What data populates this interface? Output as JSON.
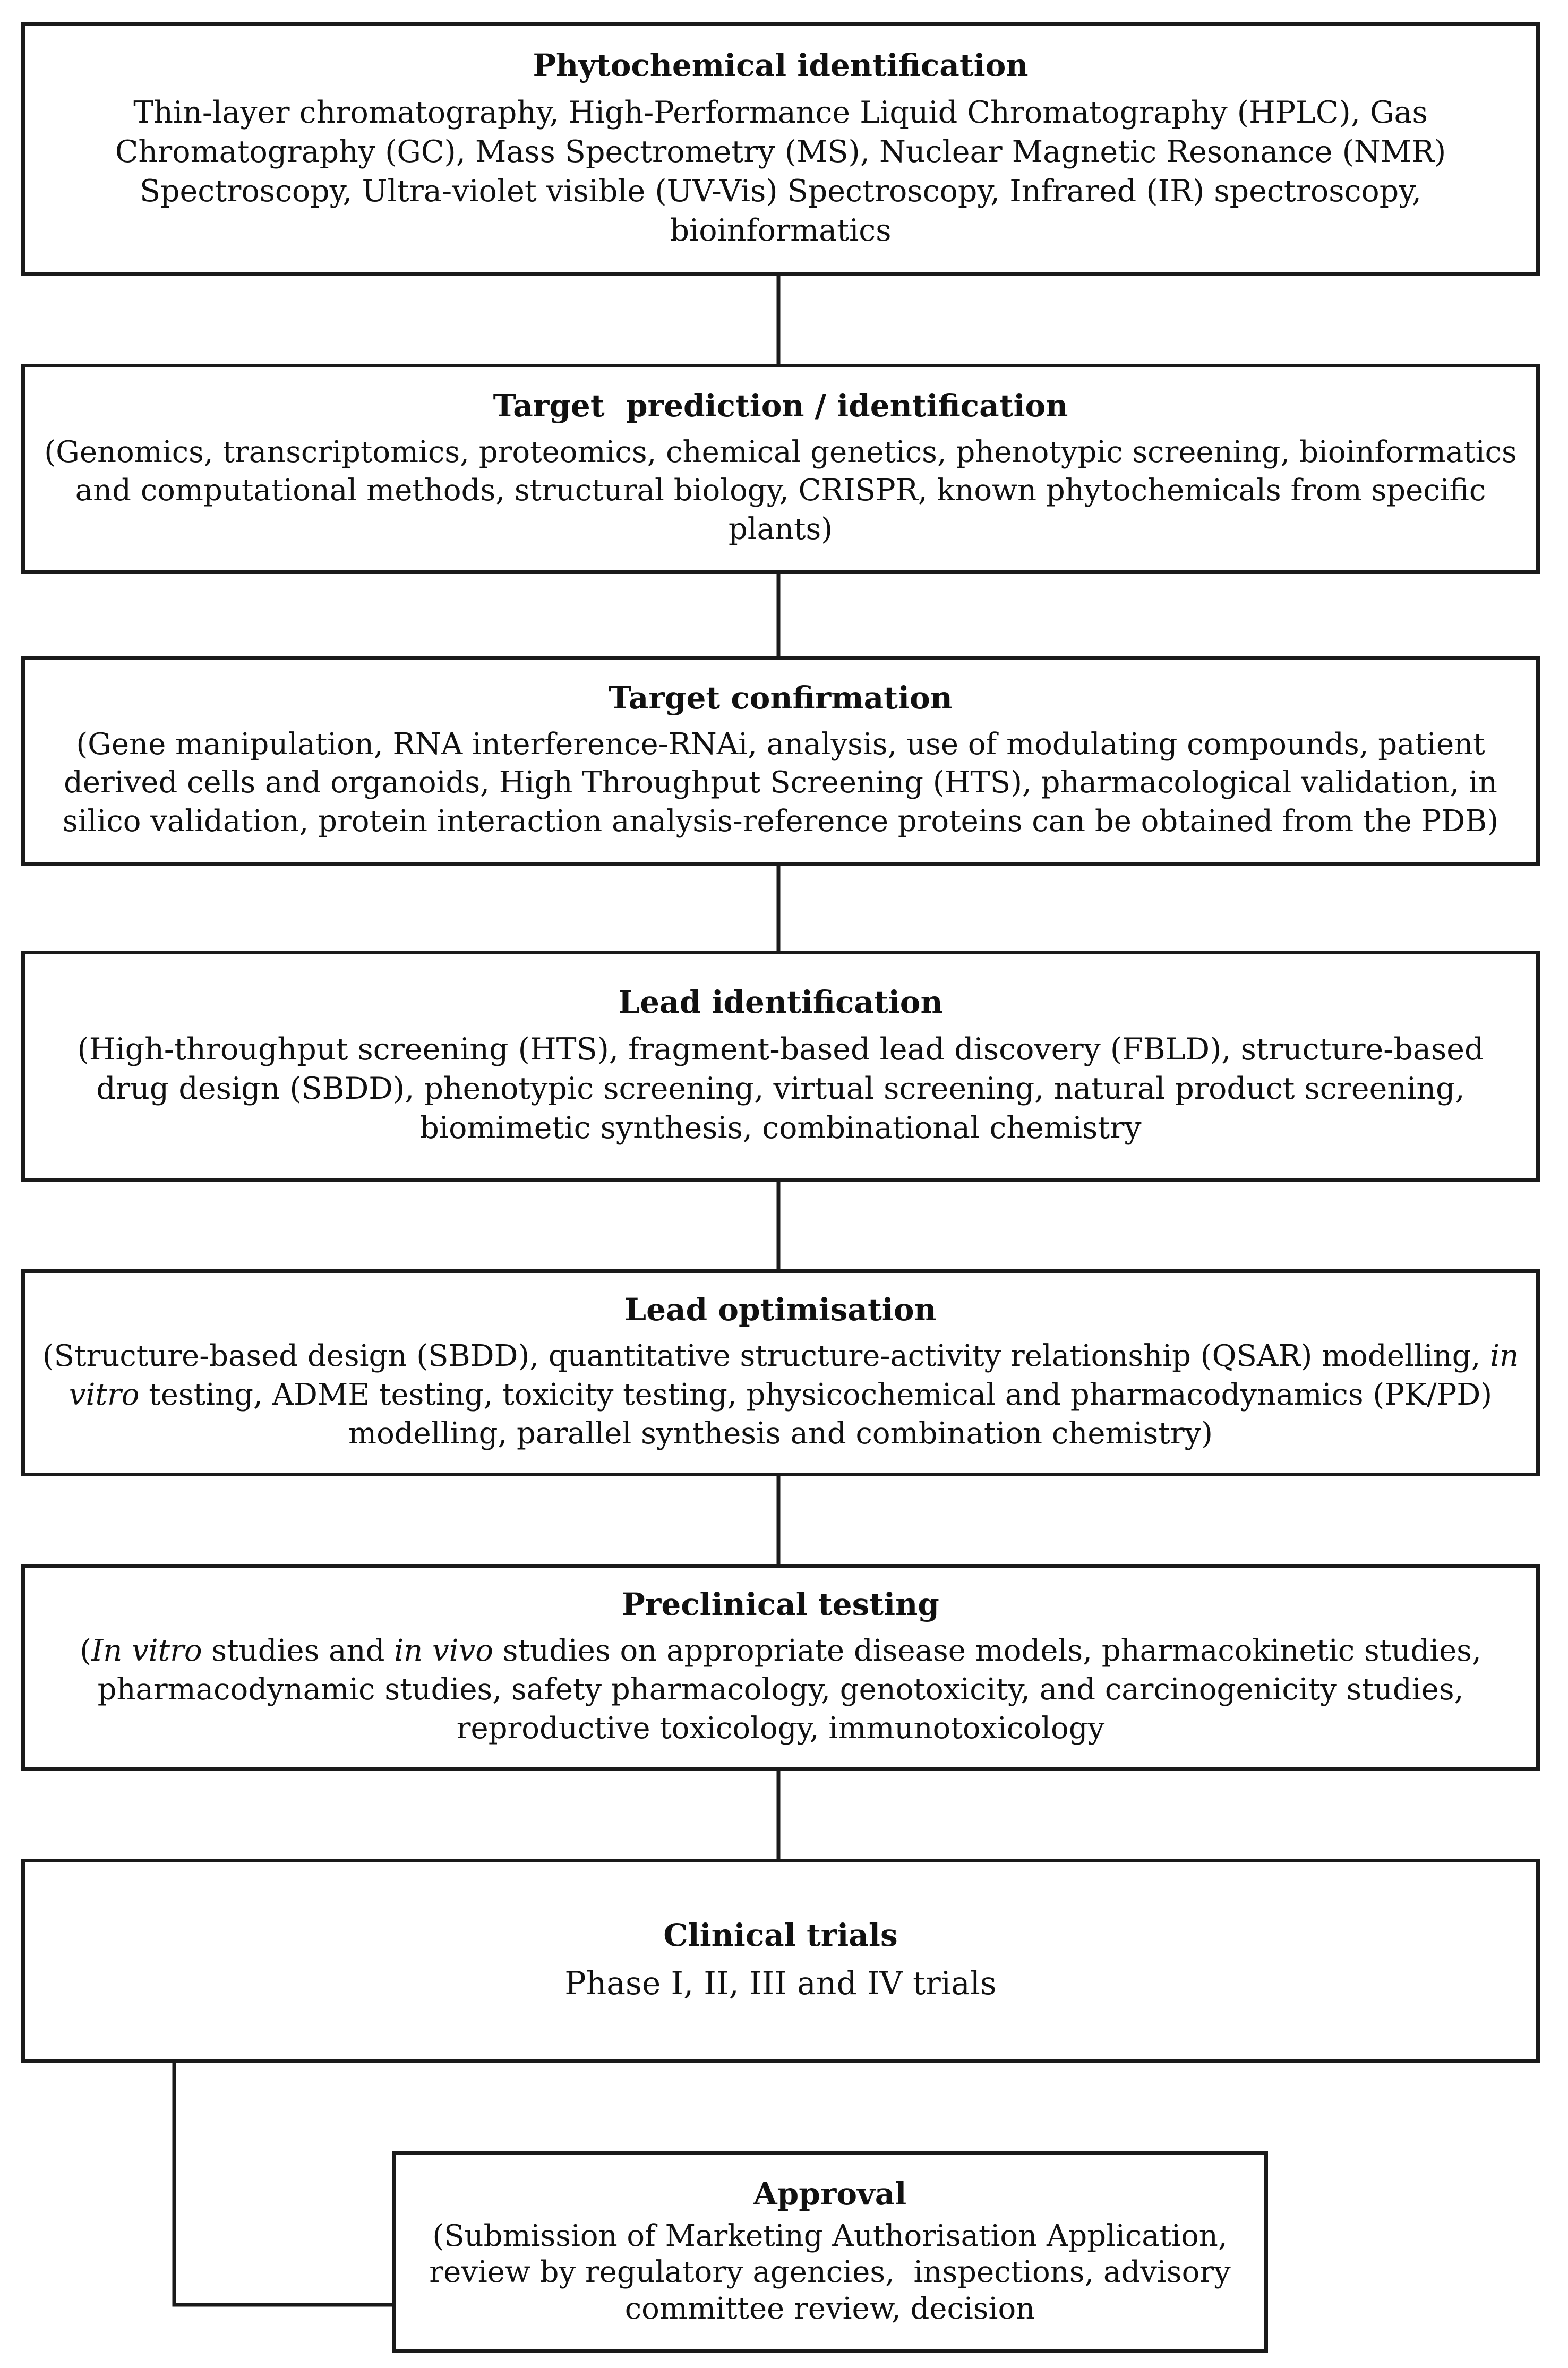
{
  "steps": [
    {
      "title": "Phytochemical identification",
      "description": "Thin-layer chromatography, High-Performance Liquid Chromatography (HPLC), Gas Chromatography (GC), Mass Spectrometry (MS), Nuclear Magnetic Resonance (NMR) Spectroscopy, Ultra-violet visible (UV-Vis) Spectroscopy, Infrared (IR) spectroscopy, bioinformatics"
    },
    {
      "title": "Target  prediction / identification",
      "description": "(Genomics, transcriptomics, proteomics, chemical genetics, phenotypic screening, bioinformatics and computational methods, structural biology, CRISPR, known phytochemicals from specific plants)"
    },
    {
      "title": "Target confirmation",
      "description": "(Gene manipulation, RNA interference-RNAi, analysis, use of modulating compounds, patient derived cells and organoids, High Throughput Screening (HTS), pharmacological validation, in silico validation, protein interaction analysis-reference proteins can be obtained from the PDB)"
    },
    {
      "title": "Lead identification",
      "description": "(High-throughput screening (HTS), fragment-based lead discovery (FBLD), structure-based drug design (SBDD), phenotypic screening, virtual screening, natural product screening, biomimetic synthesis, combinational chemistry"
    },
    {
      "title": "Lead optimisation",
      "desc_parts": {
        "p1": "(Structure-based design (SBDD), quantitative structure-activity relationship (QSAR) modelling, ",
        "p2": "in vitro",
        "p3": " testing, ADME testing, toxicity testing, physicochemical and pharmacodynamics (PK/PD) modelling, parallel synthesis and combination chemistry)"
      }
    },
    {
      "title": "Preclinical testing",
      "desc_parts": {
        "p1": "(",
        "p2": "In vitro",
        "p3": " studies and ",
        "p4": "in vivo",
        "p5": " studies on appropriate disease models, pharmacokinetic studies, pharmacodynamic studies, safety pharmacology, genotoxicity, and carcinogenicity studies, reproductive toxicology, immunotoxicology"
      }
    },
    {
      "title": "Clinical trials",
      "description": "Phase I, II, III and IV trials"
    },
    {
      "title": "Approval",
      "description": "(Submission of Marketing Authorisation Application, review by regulatory agencies,  inspections, advisory committee review, decision"
    }
  ]
}
